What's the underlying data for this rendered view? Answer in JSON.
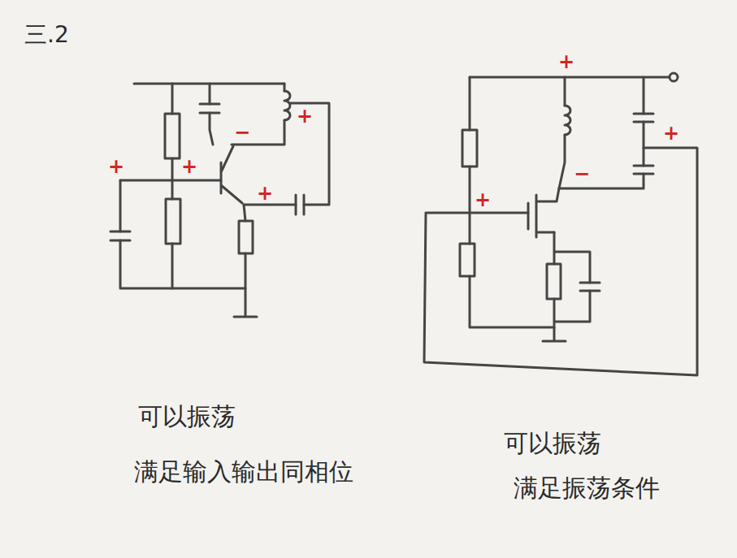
{
  "diagram": {
    "title": "三.2",
    "labels": [
      "+",
      "−",
      "+",
      "+",
      "+",
      "+",
      "−",
      "+",
      "+",
      "可以振荡",
      "满足输入输出同相位",
      "可以振荡",
      "满足振荡条件"
    ]
  }
}
